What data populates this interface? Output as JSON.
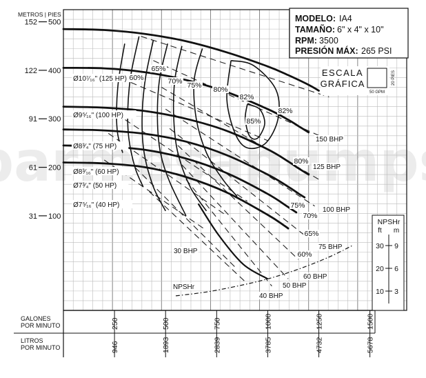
{
  "chart_data": {
    "type": "line",
    "y_axis_title": "METROS | PIES",
    "y_ticks": [
      {
        "m": "152",
        "ft": 500
      },
      {
        "m": "122",
        "ft": 400
      },
      {
        "m": "91",
        "ft": 300
      },
      {
        "m": "61",
        "ft": 200
      },
      {
        "m": "31",
        "ft": 100
      }
    ],
    "ylim_ft": [
      -95,
      525
    ],
    "x_axis_gpm": {
      "label_line1": "GALONES",
      "label_line2": "POR MINUTO",
      "ticks": [
        250,
        500,
        750,
        1000,
        1250,
        1500
      ],
      "xlim": [
        0,
        1680
      ]
    },
    "x_axis_lpm": {
      "label_line1": "LITROS",
      "label_line2": "POR MINUTO",
      "ticks": [
        {
          "gpm": 250,
          "label": "946"
        },
        {
          "gpm": 500,
          "label": "1893"
        },
        {
          "gpm": 750,
          "label": "2839"
        },
        {
          "gpm": 1000,
          "label": "3785"
        },
        {
          "gpm": 1250,
          "label": "4732"
        },
        {
          "gpm": 1500,
          "label": "5678"
        }
      ]
    },
    "specs": {
      "model_label": "MODELO:",
      "model": "IA4",
      "size_label": "TAMAÑO:",
      "size": "6\" x 4\" x 10\"",
      "rpm_label": "RPM:",
      "rpm": "3500",
      "pressure_label": "PRESIÓN MÁX:",
      "pressure": "265 PSI"
    },
    "scale_box": {
      "line1": "ESCALA",
      "line2": "GRÁFICA",
      "side": "20 PIES",
      "bottom": "50 GPM"
    },
    "impeller_curves": [
      {
        "name": "Ø10⁷⁄₁₆\" (125 HP)",
        "points": [
          [
            0,
            485
          ],
          [
            200,
            483
          ],
          [
            400,
            475
          ],
          [
            600,
            460
          ],
          [
            800,
            437
          ],
          [
            1000,
            408
          ],
          [
            1100,
            390
          ],
          [
            1200,
            370
          ],
          [
            1250,
            358
          ]
        ]
      },
      {
        "name": "Ø9⁵⁄₁₆\" (100 HP)",
        "points": [
          [
            0,
            405
          ],
          [
            200,
            404
          ],
          [
            400,
            396
          ],
          [
            600,
            380
          ],
          [
            800,
            355
          ],
          [
            1000,
            320
          ],
          [
            1100,
            298
          ],
          [
            1150,
            285
          ],
          [
            1200,
            272
          ]
        ]
      },
      {
        "name": "Ø8³⁄₄\" (75 HP)",
        "points": [
          [
            0,
            325
          ],
          [
            200,
            323
          ],
          [
            400,
            316
          ],
          [
            600,
            300
          ],
          [
            800,
            275
          ],
          [
            1000,
            237
          ],
          [
            1100,
            212
          ],
          [
            1150,
            198
          ],
          [
            1200,
            185
          ]
        ]
      },
      {
        "name": "Ø8³⁄₁₆\" (60 HP)",
        "points": [
          [
            0,
            278
          ],
          [
            200,
            276
          ],
          [
            400,
            269
          ],
          [
            600,
            253
          ],
          [
            800,
            225
          ],
          [
            1000,
            185
          ],
          [
            1100,
            160
          ],
          [
            1150,
            146
          ],
          [
            1180,
            138
          ]
        ]
      },
      {
        "name": "Ø7³⁄₄\" (50 HP)",
        "points": [
          [
            0,
            245
          ],
          [
            200,
            243
          ],
          [
            400,
            236
          ],
          [
            600,
            218
          ],
          [
            800,
            188
          ],
          [
            1000,
            145
          ],
          [
            1100,
            118
          ],
          [
            1140,
            107
          ]
        ]
      },
      {
        "name": "Ø7⁵⁄₁₆\" (40 HP)",
        "points": [
          [
            0,
            210
          ],
          [
            200,
            208
          ],
          [
            400,
            200
          ],
          [
            600,
            180
          ],
          [
            800,
            148
          ],
          [
            1000,
            102
          ],
          [
            1080,
            80
          ],
          [
            1100,
            74
          ]
        ]
      }
    ],
    "efficiency_labels": [
      "60%",
      "65%",
      "70%",
      "75%",
      "80%",
      "82%",
      "85%",
      "82%",
      "80%",
      "75%",
      "70%",
      "65%",
      "60%"
    ],
    "bhp_labels": [
      "150 BHP",
      "125 BHP",
      "100 BHP",
      "75 BHP",
      "60 BHP",
      "50 BHP",
      "40 BHP",
      "30 BHP"
    ],
    "npshr": {
      "name": "NPSHr",
      "points": [
        [
          550,
          -65
        ],
        [
          700,
          -57
        ],
        [
          850,
          -45
        ],
        [
          1000,
          -30
        ],
        [
          1150,
          -10
        ],
        [
          1300,
          15
        ],
        [
          1420,
          40
        ]
      ],
      "panel_title": "NPSHr",
      "col_ft": "ft",
      "col_m": "m",
      "rows": [
        {
          "ft": "30",
          "m": "9"
        },
        {
          "ft": "20",
          "m": "6"
        },
        {
          "ft": "10",
          "m": "3"
        }
      ]
    },
    "grid": true,
    "watermark": "barmesapumps"
  }
}
